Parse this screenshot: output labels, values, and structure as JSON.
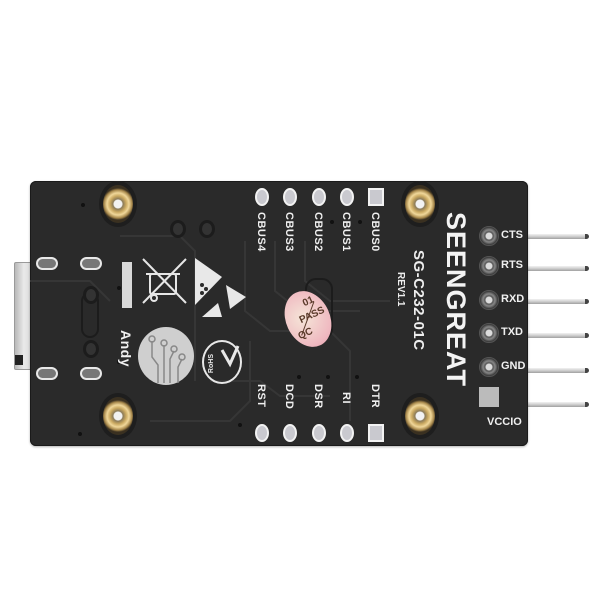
{
  "image": {
    "subject": "USB to serial adapter PCB, bottom side",
    "background_color": "#ffffff",
    "board_color": "#2a2a2a"
  },
  "board": {
    "brand": "SEENGREAT",
    "model": "SG-C232-01C",
    "revision": "REV1.1",
    "signature": "Andy",
    "qc_sticker": {
      "line1": "QC",
      "line2": "PASS",
      "line3": "01"
    },
    "rohs_label": "RoHS"
  },
  "header_top": {
    "pins": [
      {
        "label": "CBUS4",
        "shape": "round"
      },
      {
        "label": "CBUS3",
        "shape": "round"
      },
      {
        "label": "CBUS2",
        "shape": "round"
      },
      {
        "label": "CBUS1",
        "shape": "round"
      },
      {
        "label": "CBUS0",
        "shape": "square"
      }
    ]
  },
  "header_bottom": {
    "pins": [
      {
        "label": "RST",
        "shape": "round"
      },
      {
        "label": "DCD",
        "shape": "round"
      },
      {
        "label": "DSR",
        "shape": "round"
      },
      {
        "label": "RI",
        "shape": "round"
      },
      {
        "label": "DTR",
        "shape": "square"
      }
    ]
  },
  "header_right": {
    "pins": [
      {
        "label": "CTS"
      },
      {
        "label": "RTS"
      },
      {
        "label": "RXD"
      },
      {
        "label": "TXD"
      },
      {
        "label": "GND"
      },
      {
        "label": "VCCIO"
      }
    ]
  },
  "connector": {
    "type": "USB Type-C",
    "side": "left"
  },
  "colors": {
    "silkscreen": "#f0f0f0",
    "pad": "#c9c9cf",
    "standoff_brass": "#c9a860",
    "qc_sticker": "#efb8c0"
  }
}
